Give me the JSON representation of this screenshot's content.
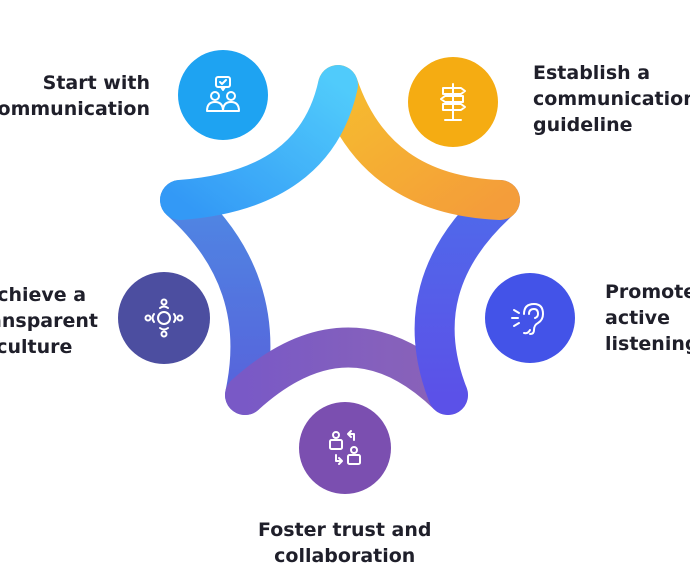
{
  "steps": [
    {
      "id": "start",
      "lines": [
        "Start with",
        "communication"
      ],
      "icon": "communication-icon",
      "color": "#1ea3f2"
    },
    {
      "id": "establish",
      "lines": [
        "Establish a",
        "communication",
        "guideline"
      ],
      "icon": "signpost-icon",
      "color": "#f5ac12"
    },
    {
      "id": "promote",
      "lines": [
        "Promote",
        "active",
        "listening"
      ],
      "icon": "listening-ear-icon",
      "color": "#4353e8"
    },
    {
      "id": "foster",
      "lines": [
        "Foster trust and",
        "collaboration"
      ],
      "icon": "collaboration-exchange-icon",
      "color": "#7b4fb0"
    },
    {
      "id": "achieve",
      "lines": [
        "Achieve a",
        "transparent",
        "culture"
      ],
      "icon": "team-circle-icon",
      "color": "#4c4ea0"
    }
  ]
}
